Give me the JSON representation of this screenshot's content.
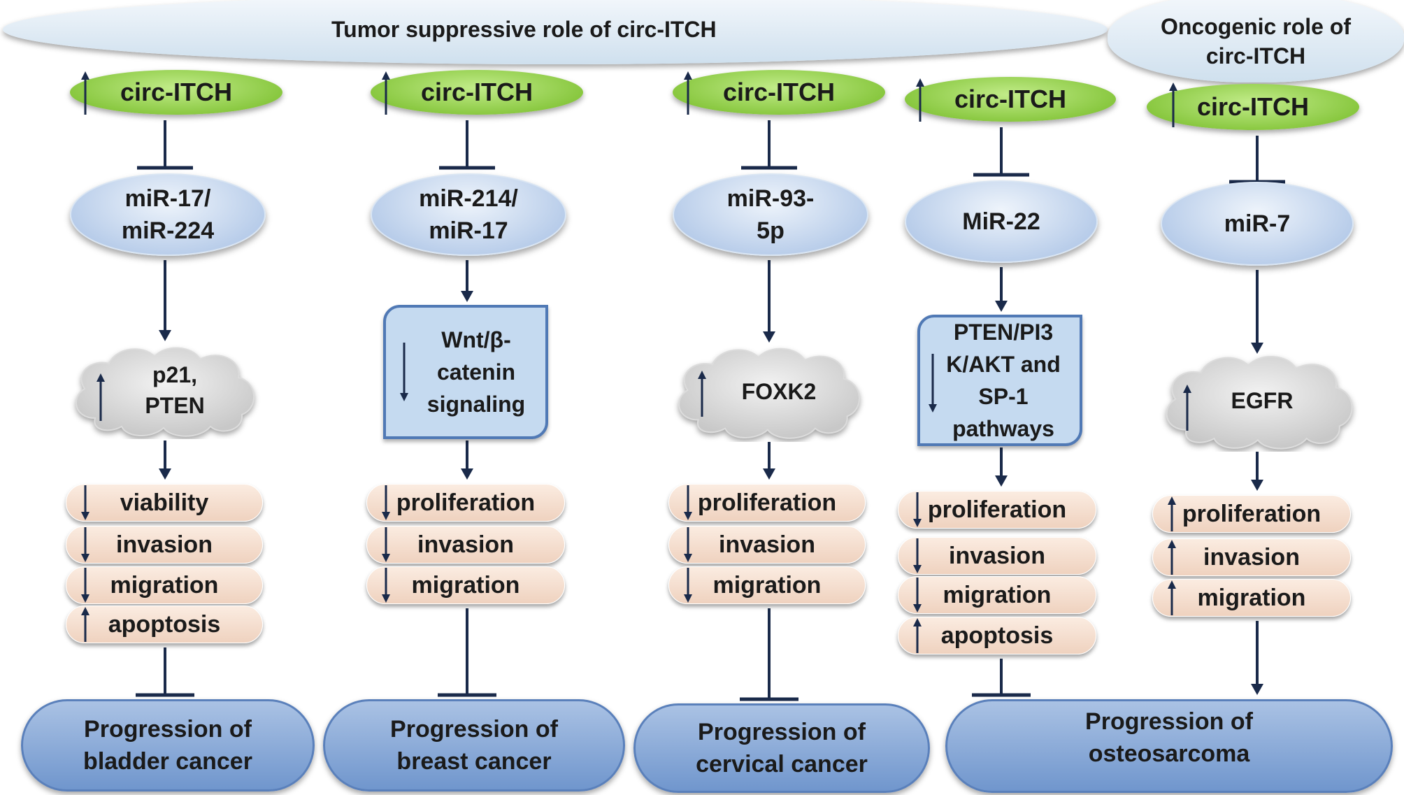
{
  "banners": {
    "suppressive_title": "Tumor suppressive role of circ-ITCH",
    "oncogenic_title": "Oncogenic role of circ-ITCH"
  },
  "circ_label": "circ-ITCH",
  "columns": [
    {
      "id": "bladder",
      "mirna": "miR-17/ miR-224",
      "target": "p21, PTEN",
      "target_direction": "up",
      "effects": [
        {
          "label": "viability",
          "direction": "down"
        },
        {
          "label": "invasion",
          "direction": "down"
        },
        {
          "label": "migration",
          "direction": "down"
        },
        {
          "label": "apoptosis",
          "direction": "up"
        }
      ],
      "outcome": "Progression of bladder cancer",
      "outcome_relation": "inhibits"
    },
    {
      "id": "breast",
      "mirna": "miR-214/ miR-17",
      "target": "Wnt/β- catenin signaling",
      "target_direction": "down",
      "effects": [
        {
          "label": "proliferation",
          "direction": "down"
        },
        {
          "label": "invasion",
          "direction": "down"
        },
        {
          "label": "migration",
          "direction": "down"
        }
      ],
      "outcome": "Progression of breast cancer",
      "outcome_relation": "inhibits"
    },
    {
      "id": "cervical",
      "mirna": "miR-93- 5p",
      "target": "FOXK2",
      "target_direction": "up",
      "effects": [
        {
          "label": "proliferation",
          "direction": "down"
        },
        {
          "label": "invasion",
          "direction": "down"
        },
        {
          "label": "migration",
          "direction": "down"
        }
      ],
      "outcome": "Progression of cervical cancer",
      "outcome_relation": "inhibits"
    },
    {
      "id": "osteo-suppressive",
      "mirna": "MiR-22",
      "target": "PTEN/PI3 K/AKT and SP-1 pathways",
      "target_direction": "down",
      "effects": [
        {
          "label": "proliferation",
          "direction": "down"
        },
        {
          "label": "invasion",
          "direction": "down"
        },
        {
          "label": "migration",
          "direction": "down"
        },
        {
          "label": "apoptosis",
          "direction": "up"
        }
      ],
      "outcome": "Progression of osteosarcoma",
      "outcome_relation": "inhibits"
    },
    {
      "id": "osteo-oncogenic",
      "mirna": "miR-7",
      "target": "EGFR",
      "target_direction": "up",
      "effects": [
        {
          "label": "proliferation",
          "direction": "up"
        },
        {
          "label": "invasion",
          "direction": "up"
        },
        {
          "label": "migration",
          "direction": "up"
        }
      ],
      "outcome": "Progression of osteosarcoma",
      "outcome_relation": "promotes"
    }
  ],
  "colors": {
    "circ_green": "#8fce45",
    "mirna_blue": "#b3c9e8",
    "pathway_box": "#c5daf0",
    "effect_pill": "#f3dccb",
    "outcome_blue": "#7b9fd4",
    "arrow": "#1a2a4a"
  }
}
